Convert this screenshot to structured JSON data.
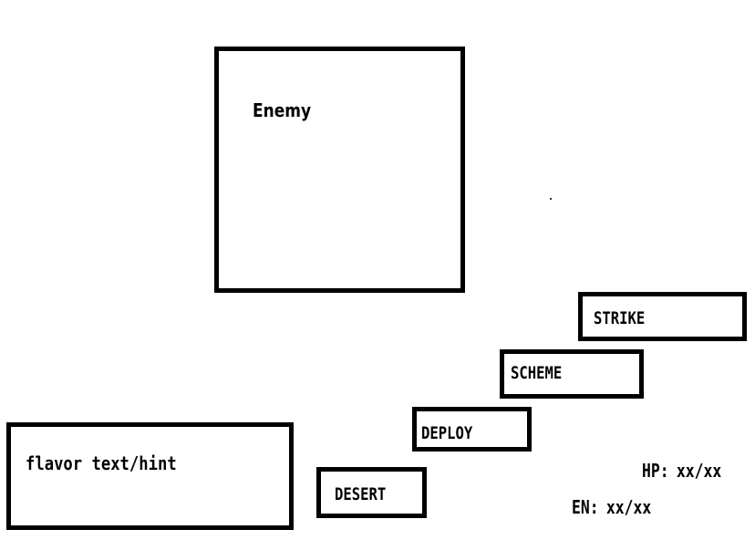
{
  "enemy": {
    "label": "Enemy"
  },
  "commands": [
    {
      "id": "strike",
      "label": "STRIKE"
    },
    {
      "id": "scheme",
      "label": "SCHEME"
    },
    {
      "id": "deploy",
      "label": "DEPLOY"
    },
    {
      "id": "desert",
      "label": "DESERT"
    }
  ],
  "flavor": {
    "text": "flavor text/hint"
  },
  "stats": {
    "hp": {
      "label": "HP:",
      "value": "xx/xx"
    },
    "en": {
      "label": "EN:",
      "value": "xx/xx"
    }
  },
  "colors": {
    "background": "#ffffff",
    "border": "#000000",
    "text": "#000000"
  }
}
